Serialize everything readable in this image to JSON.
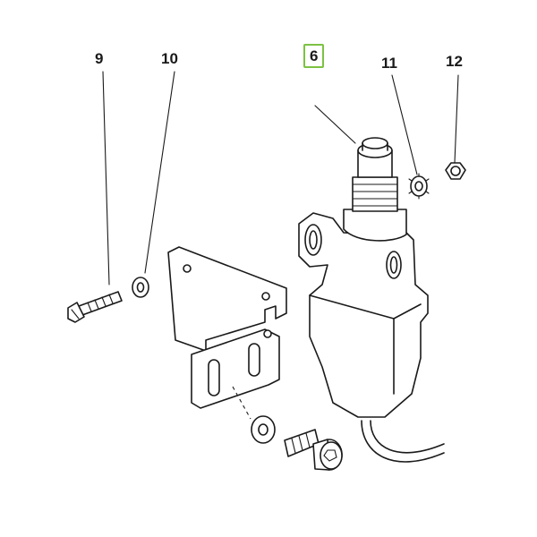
{
  "labels": {
    "part_9": "9",
    "part_10": "10",
    "part_6": "6",
    "part_11": "11",
    "part_12": "12"
  },
  "highlighted_part": "6",
  "colors": {
    "highlight": "#7cc242",
    "line": "#1a1a1a",
    "background": "#ffffff"
  }
}
